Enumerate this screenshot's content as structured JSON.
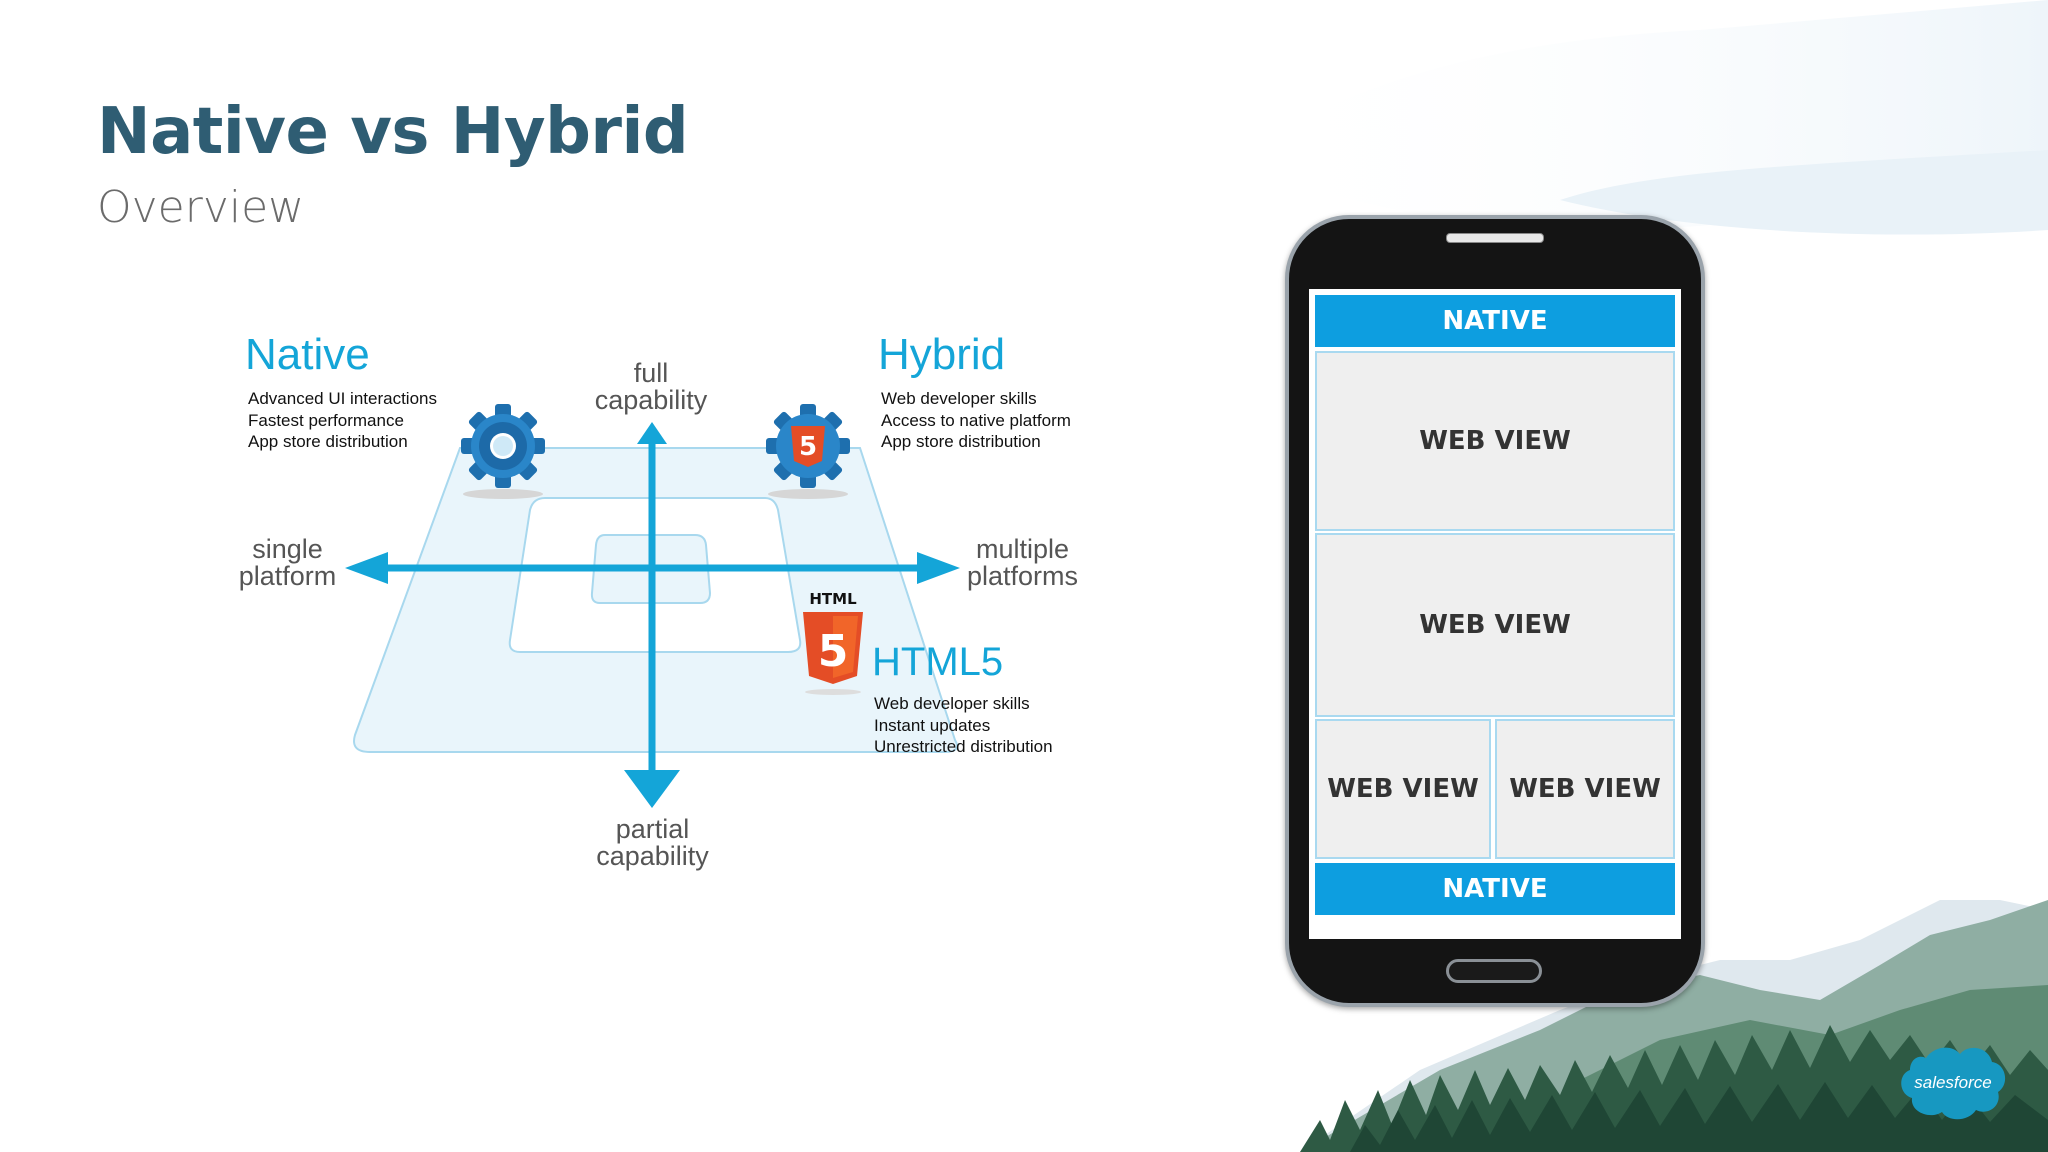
{
  "slide": {
    "title": "Native vs Hybrid",
    "subtitle": "Overview"
  },
  "diagram": {
    "native": {
      "title": "Native",
      "items": [
        "Advanced UI interactions",
        "Fastest performance",
        "App store distribution"
      ]
    },
    "hybrid": {
      "title": "Hybrid",
      "items": [
        "Web developer skills",
        "Access to native platform",
        "App store distribution"
      ]
    },
    "html5": {
      "title": "HTML5",
      "badge_text": "HTML",
      "badge_number": "5",
      "items": [
        "Web developer skills",
        "Instant updates",
        "Unrestricted distribution"
      ]
    },
    "axes": {
      "top": [
        "full",
        "capability"
      ],
      "bottom": [
        "partial",
        "capability"
      ],
      "left": [
        "single",
        "platform"
      ],
      "right": [
        "multiple",
        "platforms"
      ]
    }
  },
  "phone": {
    "top_bar": "NATIVE",
    "web_view_1": "WEB VIEW",
    "web_view_2": "WEB VIEW",
    "web_view_3": "WEB VIEW",
    "web_view_4": "WEB VIEW",
    "bottom_bar": "NATIVE"
  },
  "brand": {
    "logo": "salesforce"
  },
  "colors": {
    "title": "#2f5d73",
    "accent_blue": "#14a5d8",
    "html5_orange": "#e44d26",
    "native_bar": "#0d9ee0"
  }
}
